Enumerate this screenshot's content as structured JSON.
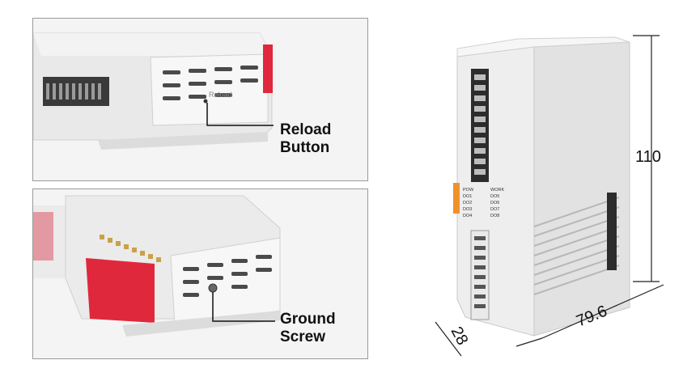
{
  "panels": {
    "top": {
      "callout_line1": "Reload",
      "callout_line2": "Button",
      "device_label": "Reload"
    },
    "bottom": {
      "callout_line1": "Ground",
      "callout_line2": "Screw"
    }
  },
  "dimensions": {
    "height": "110",
    "depth": "28",
    "width": "79.6"
  },
  "module": {
    "led_left": [
      "POW",
      "DO1",
      "DO2",
      "DO3",
      "DO4"
    ],
    "led_right": [
      "WORK",
      "DO5",
      "DO6",
      "DO7",
      "DO8"
    ]
  },
  "colors": {
    "accent_red": "#e0283c",
    "accent_orange": "#f0922b",
    "body": "#eaeaea"
  }
}
